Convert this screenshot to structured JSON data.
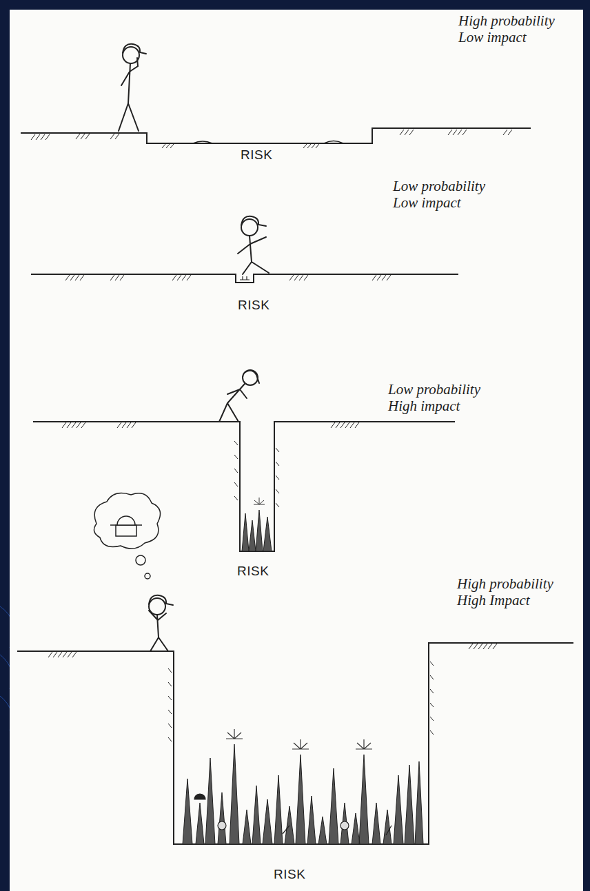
{
  "diagram": {
    "labels": [
      "High probability Low impact",
      "RISK",
      "Low probability Low impact",
      "RISK",
      "Low probability High impact",
      "RISK",
      "High probability High Impact",
      "RISK"
    ]
  }
}
